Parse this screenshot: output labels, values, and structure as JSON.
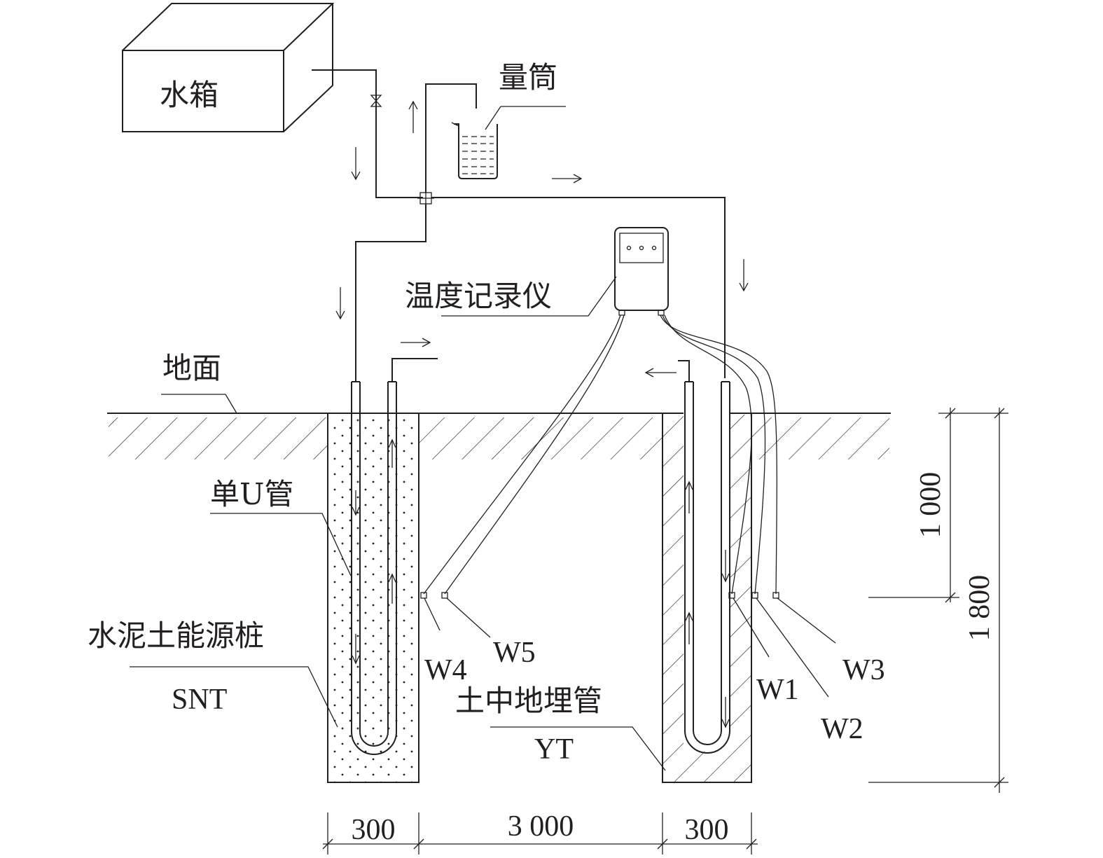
{
  "labels": {
    "water_tank": "水箱",
    "measuring_cylinder": "量筒",
    "temperature_recorder": "温度记录仪",
    "ground": "地面",
    "single_u_pipe": "单U管",
    "cement_soil_pile": "水泥土能源桩",
    "snt": "SNT",
    "soil_buried_pipe": "土中地埋管",
    "yt": "YT",
    "w1": "W1",
    "w2": "W2",
    "w3": "W3",
    "w4": "W4",
    "w5": "W5"
  },
  "dimensions": {
    "pile_width_left": "300",
    "spacing": "3 000",
    "pile_width_right": "300",
    "sensor_depth": "1 000",
    "pile_depth": "1 800"
  },
  "colors": {
    "line": "#231f20",
    "background": "#ffffff"
  }
}
